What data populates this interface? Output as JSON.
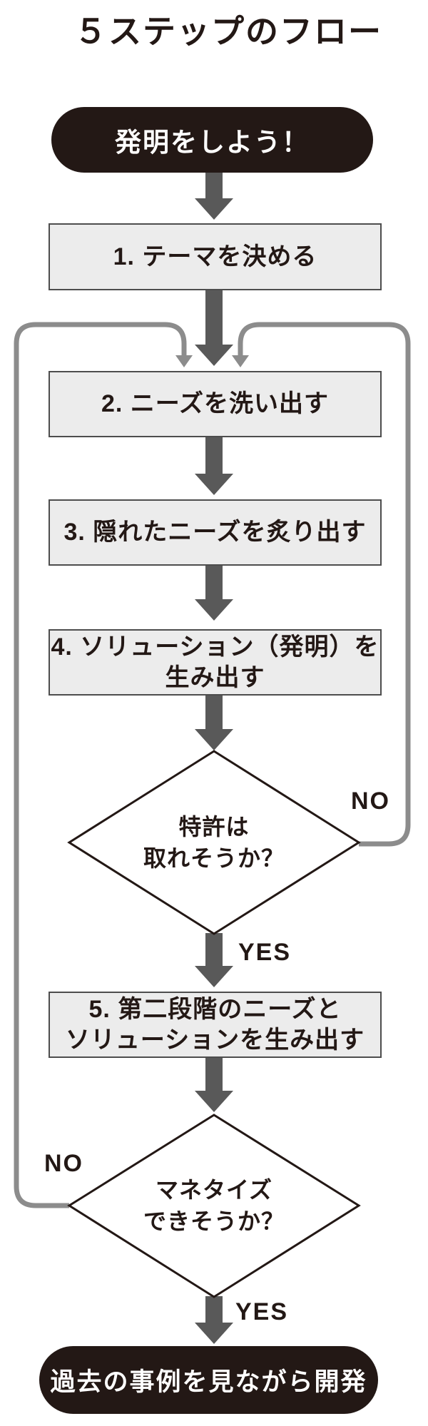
{
  "title": "５ステップのフロー",
  "start": {
    "label": "発明をしよう！"
  },
  "steps": [
    {
      "lines": [
        "1. テーマを決める"
      ]
    },
    {
      "lines": [
        "2. ニーズを洗い出す"
      ]
    },
    {
      "lines": [
        "3. 隠れたニーズを炙り出す"
      ]
    },
    {
      "lines": [
        "4. ソリューション（発明）を",
        "生み出す"
      ]
    },
    {
      "lines": [
        "5. 第二段階のニーズと",
        "ソリューションを生み出す"
      ]
    }
  ],
  "decisions": [
    {
      "lines": [
        "特許は",
        "取れそうか？"
      ],
      "yes_label": "YES",
      "no_label": "NO"
    },
    {
      "lines": [
        "マネタイズ",
        "できそうか？"
      ],
      "yes_label": "YES",
      "no_label": "NO"
    }
  ],
  "end": {
    "label": "過去の事例を見ながら開発"
  },
  "colors": {
    "ink": "#231815",
    "box_fill": "#ececec",
    "box_border": "#4d4d4d",
    "arrow": "#595959",
    "loop_line": "#8c8c8c",
    "pill_fill": "#231815",
    "pill_text": "#ffffff",
    "diamond_fill": "#ffffff"
  }
}
